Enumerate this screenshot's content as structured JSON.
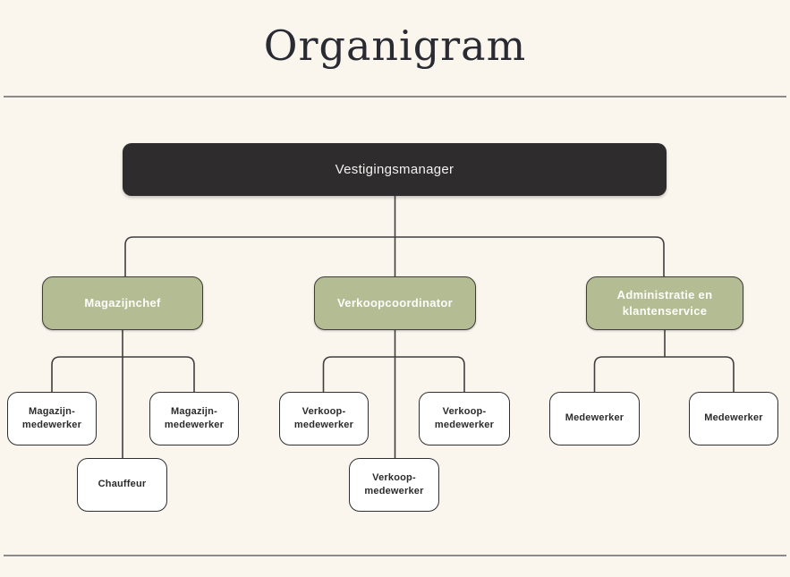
{
  "title": "Organigram",
  "org": {
    "root": {
      "label": "Vestigingsmanager"
    },
    "managers": [
      {
        "label": "Magazijnchef",
        "reports_to": "Vestigingsmanager"
      },
      {
        "label": "Verkoopcoordinator",
        "reports_to": "Vestigingsmanager"
      },
      {
        "label": "Administratie en klantenservice",
        "reports_to": "Vestigingsmanager"
      }
    ],
    "employees": [
      {
        "label": "Magazijn-medewerker",
        "reports_to": "Magazijnchef"
      },
      {
        "label": "Magazijn-medewerker",
        "reports_to": "Magazijnchef"
      },
      {
        "label": "Chauffeur",
        "reports_to": "Magazijnchef"
      },
      {
        "label": "Verkoop-medewerker",
        "reports_to": "Verkoopcoordinator"
      },
      {
        "label": "Verkoop-medewerker",
        "reports_to": "Verkoopcoordinator"
      },
      {
        "label": "Verkoop-medewerker",
        "reports_to": "Verkoopcoordinator"
      },
      {
        "label": "Medewerker",
        "reports_to": "Administratie en klantenservice"
      },
      {
        "label": "Medewerker",
        "reports_to": "Administratie en klantenservice"
      }
    ]
  },
  "colors": {
    "background": "#FAF6EE",
    "root_box_fill": "#2E2C2D",
    "root_box_text": "#F2F2F0",
    "manager_box_fill": "#B4BC93",
    "manager_box_text": "#FDFDFA",
    "employee_box_fill": "#FFFFFF",
    "employee_box_text": "#2B2B2B",
    "connector_line": "#403E3F",
    "divider_line": "#8B8B8B",
    "title_text": "#2A2A33"
  }
}
